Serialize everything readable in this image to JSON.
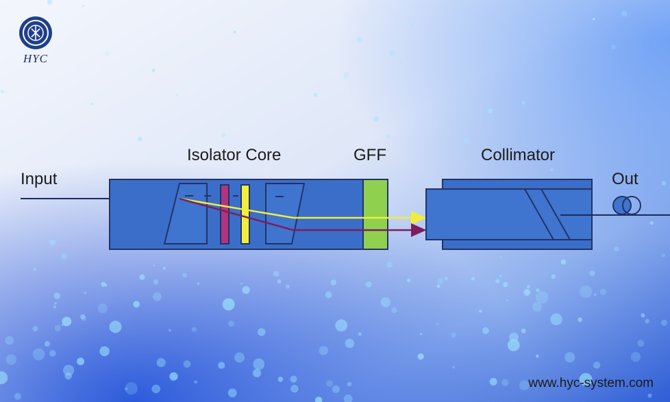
{
  "brand": {
    "name": "HYC",
    "website": "www.hyc-system.com"
  },
  "labels": {
    "input": "Input",
    "isolator_core": "Isolator Core",
    "gff": "GFF",
    "collimator": "Collimator",
    "out": "Out"
  },
  "colors": {
    "housing_fill": "#3b6ec9",
    "housing_stroke": "#223366",
    "gff_fill": "#8fd14f",
    "rotator_magenta": "#b0357f",
    "rotator_yellow": "#f2ee3c",
    "beam_yellow": "#f0ee3a",
    "beam_purple": "#7a1f5e"
  }
}
